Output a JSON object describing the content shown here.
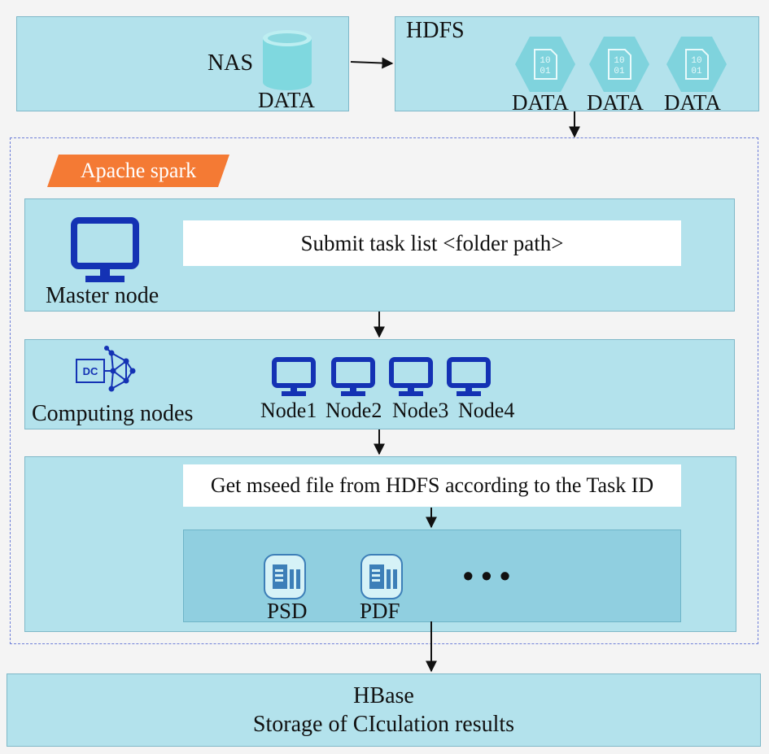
{
  "top": {
    "nas_label": "NAS",
    "nas_data_label": "DATA",
    "hdfs_label": "HDFS",
    "hdfs_data_labels": [
      "DATA",
      "DATA",
      "DATA"
    ]
  },
  "spark": {
    "tag": "Apache spark",
    "master_label": "Master node",
    "submit_text": "Submit task list <folder path>",
    "dc_icon_text": "DC",
    "computing_label": "Computing nodes",
    "nodes": [
      "Node1",
      "Node2",
      "Node3",
      "Node4"
    ],
    "get_file_text": "Get mseed file from HDFS according to the Task ID",
    "outputs": [
      "PSD",
      "PDF"
    ],
    "ellipsis": "• • •"
  },
  "hbase": {
    "title": "HBase",
    "subtitle": "Storage of CIculation results"
  },
  "binary_glyph": [
    "10",
    "01"
  ],
  "colors": {
    "box_fill": "#b3e2ec",
    "inner_panel": "#90cfe0",
    "hex_fill": "#7fd3dd",
    "icon_blue": "#1432b4",
    "spark_tag": "#f47a34"
  }
}
